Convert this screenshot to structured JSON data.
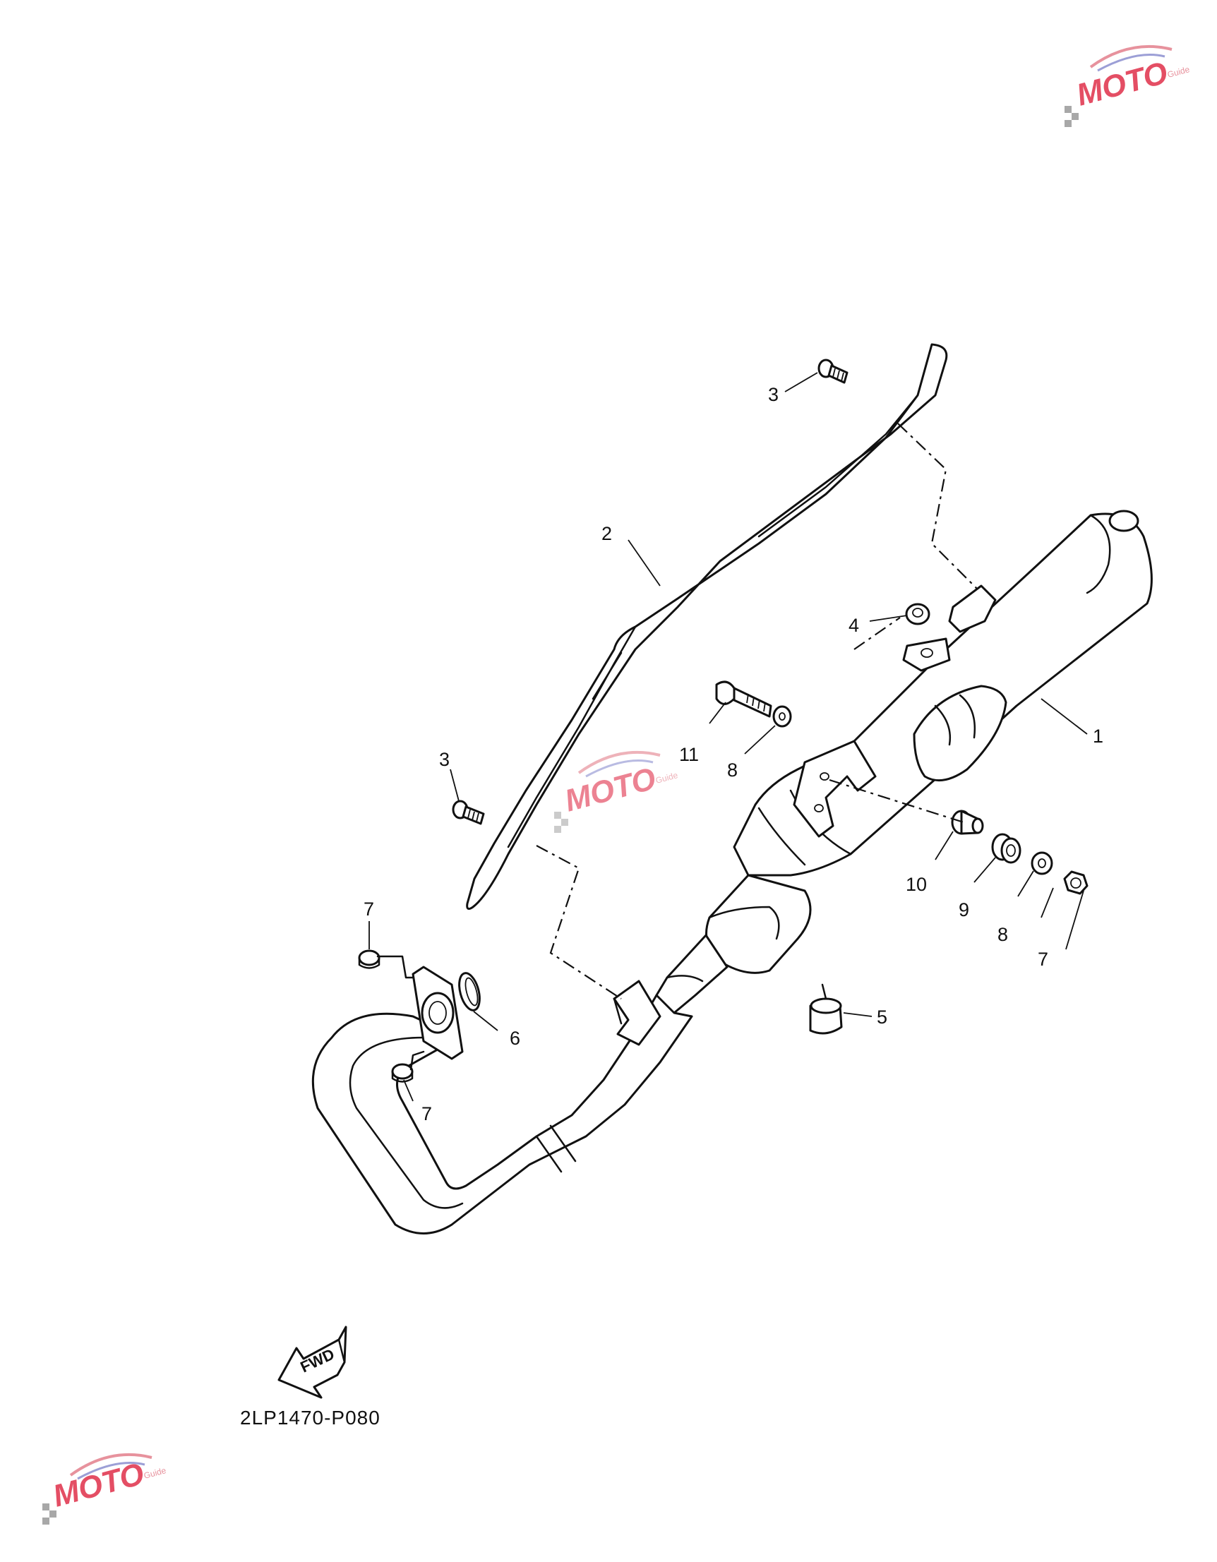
{
  "diagram_code": "2LP1470-P080",
  "fwd_label": "FWD",
  "watermark": {
    "logo_letters": "MOTO",
    "tagline": "Guide"
  },
  "callouts": [
    {
      "id": "c1",
      "number": "1"
    },
    {
      "id": "c2",
      "number": "2"
    },
    {
      "id": "c3a",
      "number": "3"
    },
    {
      "id": "c3b",
      "number": "3"
    },
    {
      "id": "c4",
      "number": "4"
    },
    {
      "id": "c5",
      "number": "5"
    },
    {
      "id": "c6",
      "number": "6"
    },
    {
      "id": "c7a",
      "number": "7"
    },
    {
      "id": "c7b",
      "number": "7"
    },
    {
      "id": "c7c",
      "number": "7"
    },
    {
      "id": "c8a",
      "number": "8"
    },
    {
      "id": "c8b",
      "number": "8"
    },
    {
      "id": "c9",
      "number": "9"
    },
    {
      "id": "c10",
      "number": "10"
    },
    {
      "id": "c11",
      "number": "11"
    }
  ]
}
